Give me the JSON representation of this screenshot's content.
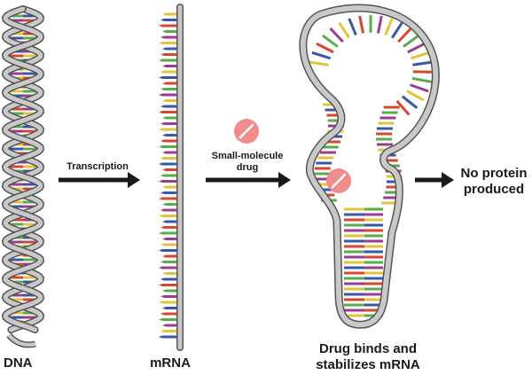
{
  "labels": {
    "dna": "DNA",
    "mrna": "mRNA",
    "transcription": "Transcription",
    "drug_line1": "Small-molecule",
    "drug_line2": "drug",
    "binds_line1": "Drug binds and",
    "binds_line2": "stabilizes mRNA",
    "result_line1": "No protein",
    "result_line2": "produced"
  },
  "colors": {
    "backbone": "#c9c9c9",
    "backbone_outline": "#555555",
    "arrow": "#1a1a1a",
    "drug": "#f28b8b",
    "drug_stripe": "#ffffff",
    "bases": [
      "#e2c43a",
      "#3b56a6",
      "#d9452f",
      "#5aab4a",
      "#9c3c8f"
    ]
  }
}
